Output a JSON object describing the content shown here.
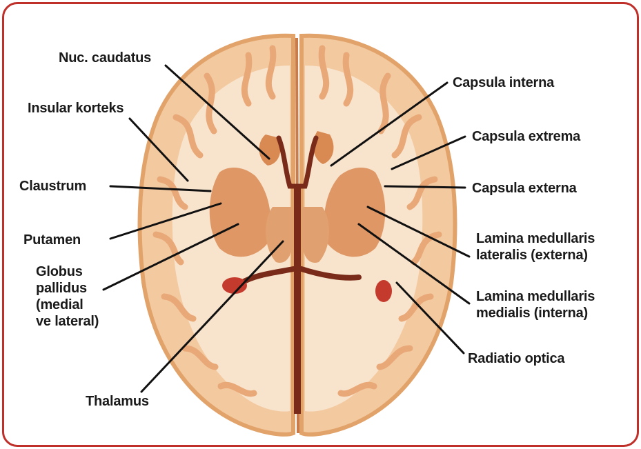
{
  "colors": {
    "frame": "#c0302a",
    "brain_outline": "#e2a36a",
    "gray_matter": "#e9a877",
    "white_matter": "#f8e3cc",
    "basal_ganglia": "#d98a52",
    "ventricle": "#7a2a18",
    "label_line": "#111111"
  },
  "labels": {
    "nuc_caudatus": "Nuc. caudatus",
    "insular_korteks": "Insular korteks",
    "claustrum": "Claustrum",
    "putamen": "Putamen",
    "globus_pallidus": [
      "Globus",
      "pallidus",
      "(medial",
      "ve lateral)"
    ],
    "thalamus": "Thalamus",
    "capsula_interna": "Capsula interna",
    "capsula_extrema": "Capsula extrema",
    "capsula_externa": "Capsula externa",
    "lamina_lateralis": [
      "Lamina medullaris",
      "lateralis (externa)"
    ],
    "lamina_medialis": [
      "Lamina medullaris",
      "medialis (interna)"
    ],
    "radiatio_optica": "Radiatio optica"
  }
}
